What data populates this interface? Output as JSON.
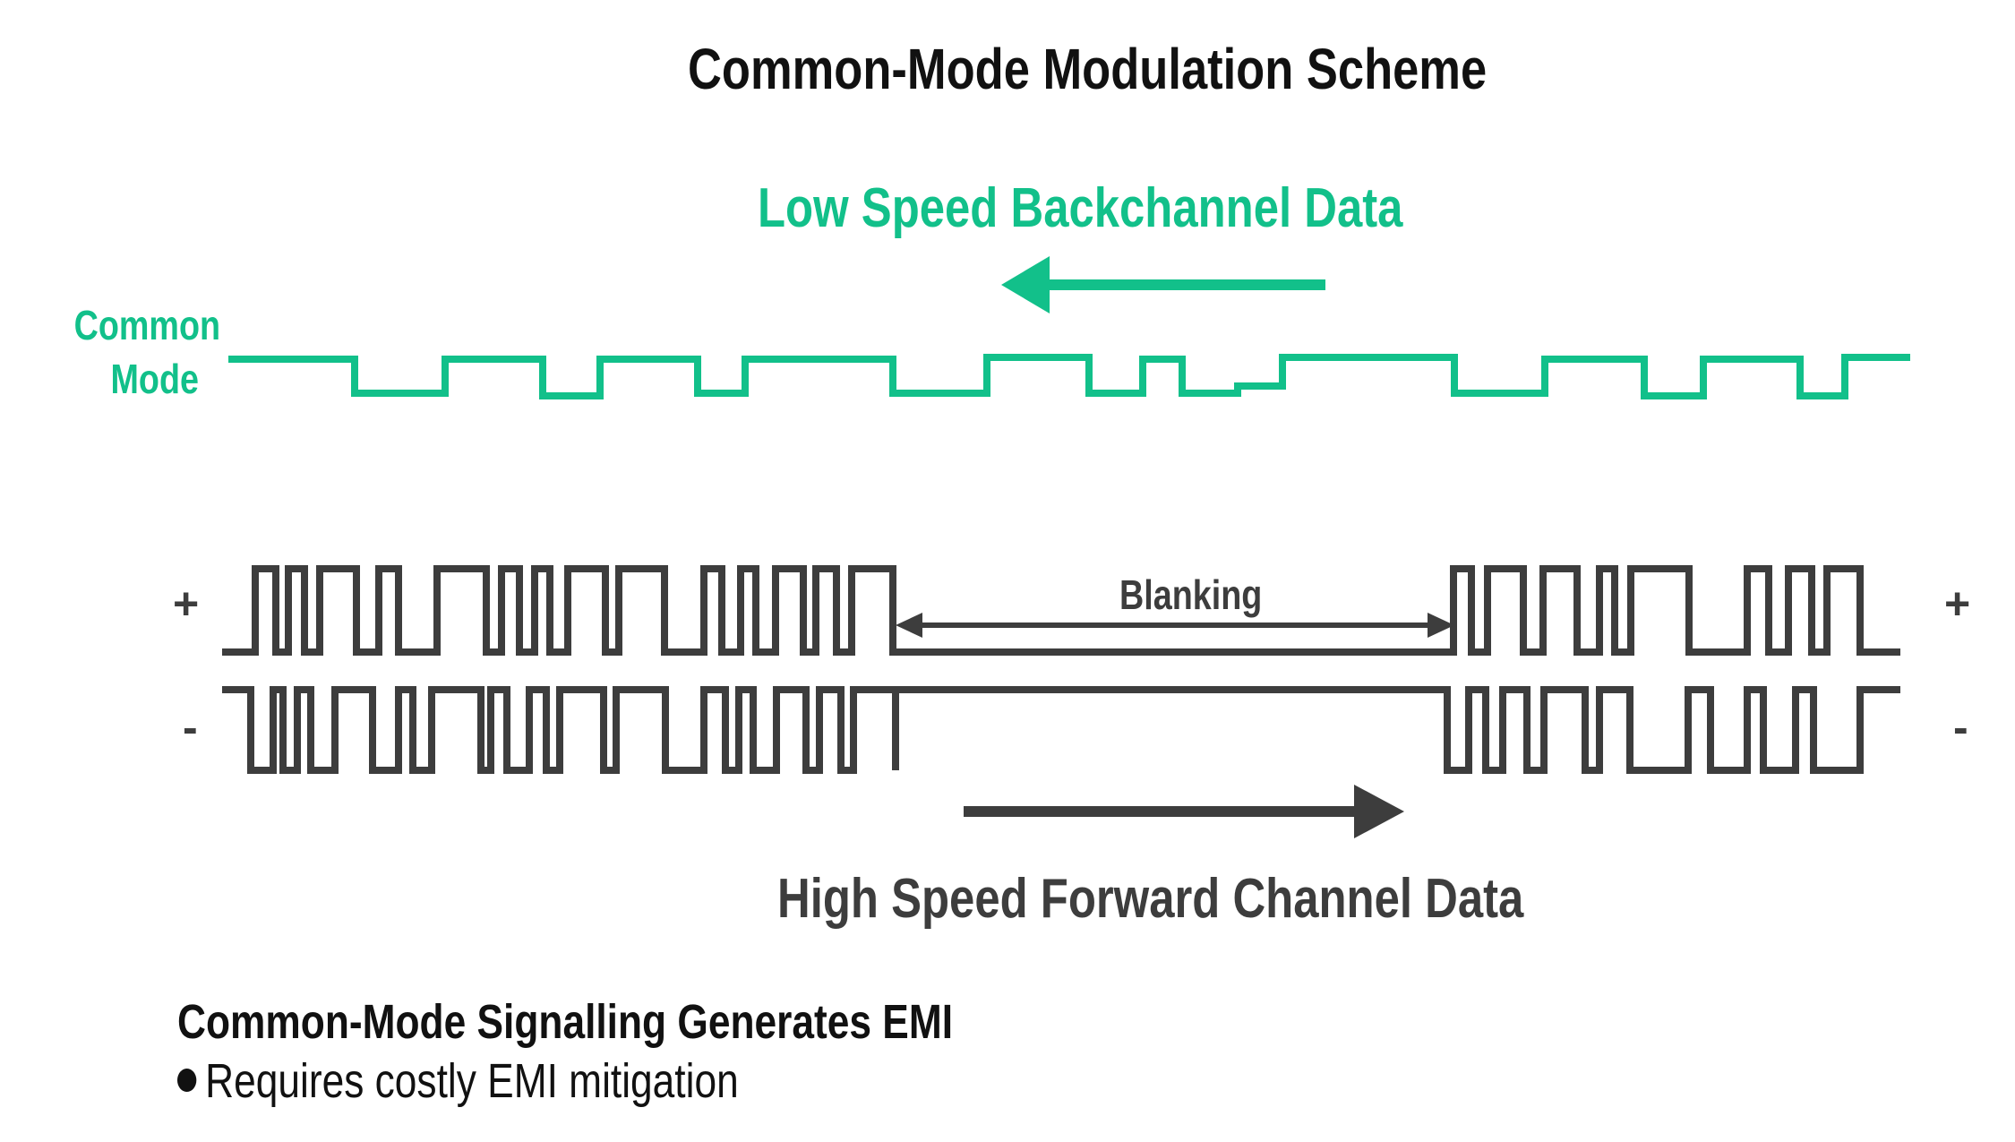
{
  "title": "Common-Mode Modulation Scheme",
  "backchannel": {
    "label": "Low Speed Backchannel Data",
    "direction": "left",
    "color": "#12c08a"
  },
  "common_mode": {
    "label_line1": "Common",
    "label_line2": "Mode",
    "color": "#12c08a"
  },
  "forward_channel": {
    "label": "High Speed Forward Channel Data",
    "direction": "right",
    "color": "#3d3d3d"
  },
  "differential": {
    "positive_symbol": "+",
    "negative_symbol": "-",
    "blanking_label": "Blanking"
  },
  "notes": {
    "heading": "Common-Mode Signalling Generates EMI",
    "bullet": "Requires costly EMI mitigation"
  },
  "colors": {
    "accent": "#12c08a",
    "signal": "#3d3d3d",
    "text": "#111111"
  }
}
